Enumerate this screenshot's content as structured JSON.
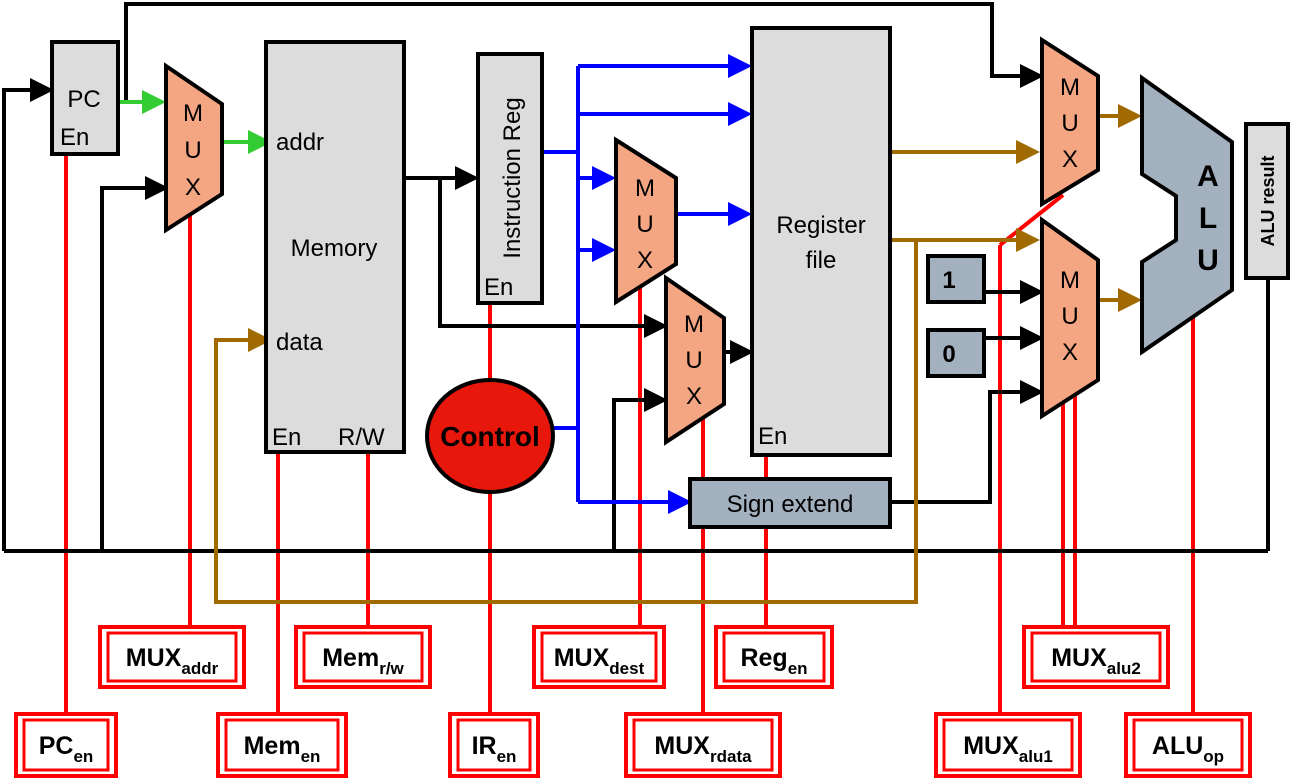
{
  "colors": {
    "black": "#000000",
    "red": "#ff0000",
    "blue": "#0000ff",
    "green": "#33cc33",
    "brown": "#a06a00",
    "mux": "#f4a582",
    "box": "#dcdcdc",
    "alu": "#a3b1bf",
    "control": "#e8170c"
  },
  "blocks": {
    "pc": {
      "label": "PC",
      "enable": "En"
    },
    "memory": {
      "label": "Memory",
      "addr": "addr",
      "data": "data",
      "enable": "En",
      "rw": "R/W"
    },
    "instruction_reg": {
      "label": "Instruction Reg",
      "enable": "En"
    },
    "register_file": {
      "label_line1": "Register",
      "label_line2": "file",
      "enable": "En"
    },
    "sign_extend": {
      "label": "Sign extend"
    },
    "control": {
      "label": "Control"
    },
    "alu": {
      "letters": [
        "A",
        "L",
        "U"
      ]
    },
    "alu_result": {
      "label": "ALU result"
    },
    "const_one": {
      "label": "1"
    },
    "const_zero": {
      "label": "0"
    },
    "mux_letters": [
      "M",
      "U",
      "X"
    ]
  },
  "control_signals": [
    {
      "id": "mux-addr",
      "main": "MUX",
      "sub": "addr"
    },
    {
      "id": "mem-rw",
      "main": "Mem",
      "sub": "r/w"
    },
    {
      "id": "mux-dest",
      "main": "MUX",
      "sub": "dest"
    },
    {
      "id": "reg-en",
      "main": "Reg",
      "sub": "en"
    },
    {
      "id": "mux-alu2",
      "main": "MUX",
      "sub": "alu2"
    },
    {
      "id": "pc-en",
      "main": "PC",
      "sub": "en"
    },
    {
      "id": "mem-en",
      "main": "Mem",
      "sub": "en"
    },
    {
      "id": "ir-en",
      "main": "IR",
      "sub": "en"
    },
    {
      "id": "mux-rdata",
      "main": "MUX",
      "sub": "rdata"
    },
    {
      "id": "mux-alu1",
      "main": "MUX",
      "sub": "alu1"
    },
    {
      "id": "alu-op",
      "main": "ALU",
      "sub": "op"
    }
  ]
}
